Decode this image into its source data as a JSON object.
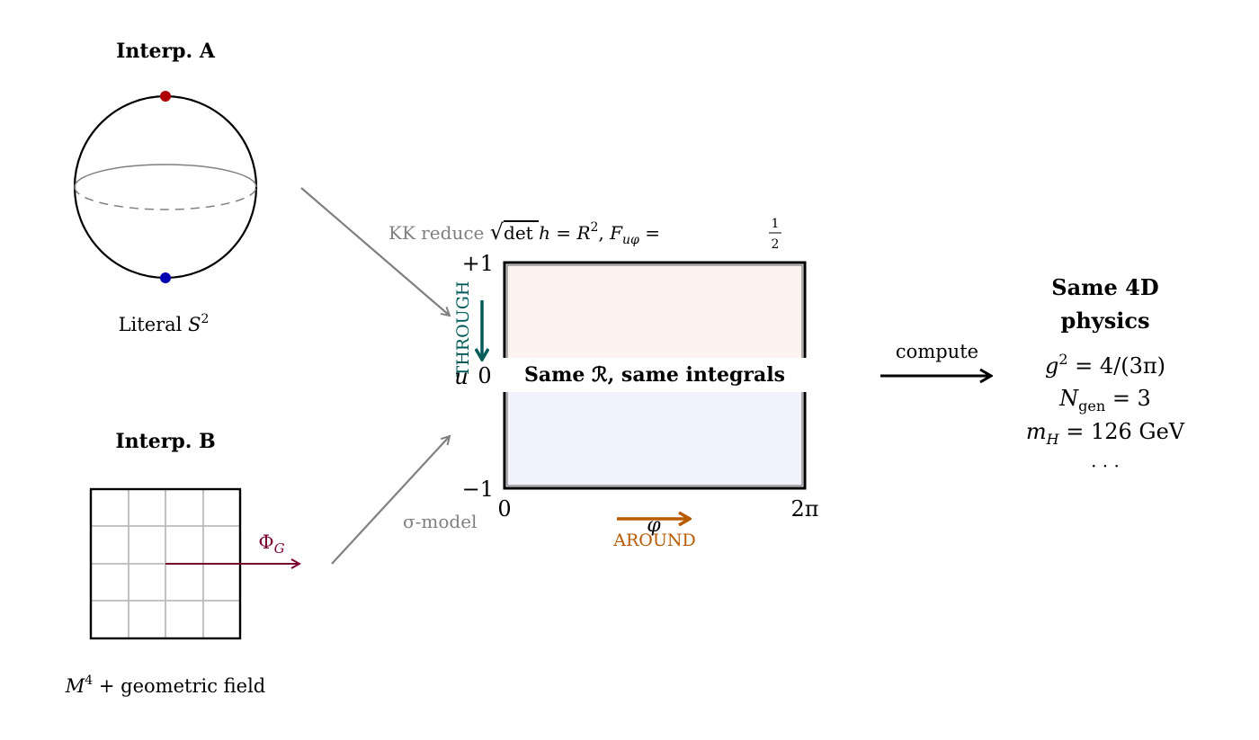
{
  "interp_a": {
    "title": "Interp. A",
    "caption_text": "Literal ",
    "caption_math": "S",
    "caption_sup": "2"
  },
  "interp_b": {
    "title": "Interp. B",
    "field_label": "Φ",
    "field_sub": "G",
    "caption_math": "M",
    "caption_sup": "4",
    "caption_text": " + geometric field"
  },
  "arrows": {
    "kk_label": "KK reduce",
    "sigma_label": "σ-model",
    "compute_label": "compute"
  },
  "formula": {
    "sqrt": "√",
    "det": "det ",
    "h": "h",
    "eq1": " = ",
    "R": "R",
    "R_sup": "2",
    "comma": ", ",
    "F": "F",
    "F_sub": "uφ",
    "eq2": " = ",
    "num": "1",
    "den": "2"
  },
  "domain": {
    "y_top": "+1",
    "y_mid": "0",
    "y_bot": "−1",
    "x_left": "0",
    "x_right": "2π",
    "u_label": "u",
    "phi_label": "φ",
    "banner": "Same ℛ, same integrals",
    "through_label": "THROUGH",
    "around_label": "AROUND"
  },
  "result": {
    "title_line1": "Same 4D",
    "title_line2": "physics",
    "g2_lhs": "g",
    "g2_sup": "2",
    "g2_rhs": " = 4/(3π)",
    "ngen_lhs": "N",
    "ngen_sub": "gen",
    "ngen_rhs": " = 3",
    "mh_lhs": "m",
    "mh_sub": "H",
    "mh_rhs": " = 126 GeV",
    "dots": "· · ·"
  },
  "colors": {
    "north_pole": "#b00000",
    "south_pole": "#0000b0",
    "field_arrow": "#7a0030",
    "through": "#005a5a",
    "around": "#b85a00",
    "upper_fill": "#fcf3f1",
    "lower_fill": "#f1f2fc",
    "gray": "#808080"
  }
}
